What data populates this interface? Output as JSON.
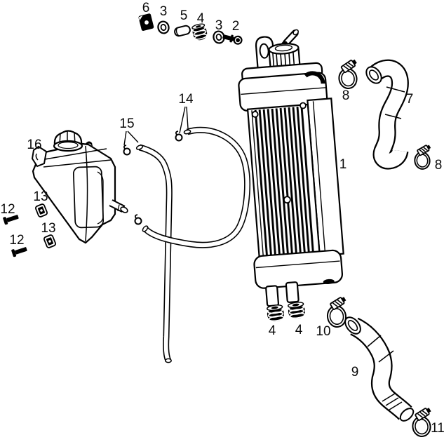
{
  "diagram": {
    "kind": "exploded-parts-diagram",
    "subject": "radiator-cooling-system",
    "background_color": "#ffffff",
    "line_color": "#000000",
    "callouts": [
      {
        "label": "6",
        "part": "nut-plate"
      },
      {
        "label": "3",
        "part": "o-ring"
      },
      {
        "label": "5",
        "part": "spacer-sleeve"
      },
      {
        "label": "4",
        "part": "ribbed-grommet"
      },
      {
        "label": "3",
        "part": "o-ring"
      },
      {
        "label": "2",
        "part": "screw"
      },
      {
        "label": "8",
        "part": "hose-clamp"
      },
      {
        "label": "7",
        "part": "upper-radiator-hose"
      },
      {
        "label": "8",
        "part": "hose-clamp"
      },
      {
        "label": "1",
        "part": "radiator"
      },
      {
        "label": "16",
        "part": "overflow-tank"
      },
      {
        "label": "15",
        "part": "overflow-hose"
      },
      {
        "label": "14",
        "part": "vent-hose"
      },
      {
        "label": "13",
        "part": "square-nut"
      },
      {
        "label": "12",
        "part": "bolt"
      },
      {
        "label": "13",
        "part": "square-nut"
      },
      {
        "label": "12",
        "part": "bolt"
      },
      {
        "label": "4",
        "part": "ribbed-grommet"
      },
      {
        "label": "4",
        "part": "ribbed-grommet"
      },
      {
        "label": "10",
        "part": "hose-clamp"
      },
      {
        "label": "9",
        "part": "lower-radiator-hose"
      },
      {
        "label": "11",
        "part": "hose-clamp"
      }
    ]
  }
}
